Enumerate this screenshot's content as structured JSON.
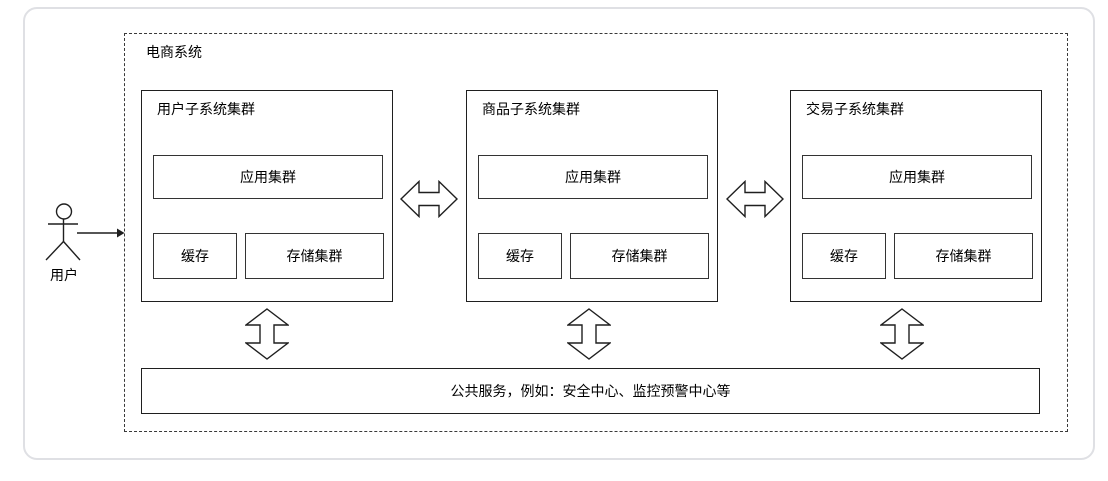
{
  "diagram": {
    "system_label": "电商系统",
    "actor": {
      "label": "用户"
    },
    "clusters": [
      {
        "title": "用户子系统集群",
        "app_label": "应用集群",
        "cache_label": "缓存",
        "storage_label": "存储集群"
      },
      {
        "title": "商品子系统集群",
        "app_label": "应用集群",
        "cache_label": "缓存",
        "storage_label": "存储集群"
      },
      {
        "title": "交易子系统集群",
        "app_label": "应用集群",
        "cache_label": "缓存",
        "storage_label": "存储集群"
      }
    ],
    "common_services_label": "公共服务，例如：安全中心、监控预警中心等",
    "icons": {
      "actor": "stick-figure-person",
      "actor_arrow": "arrow-right",
      "cluster_link": "double-headed-arrow-horizontal",
      "services_link": "double-headed-arrow-vertical"
    },
    "colors": {
      "background": "#ffffff",
      "card_border": "#dfe0e4",
      "stroke": "#1f1f1f",
      "text": "#000000"
    }
  }
}
